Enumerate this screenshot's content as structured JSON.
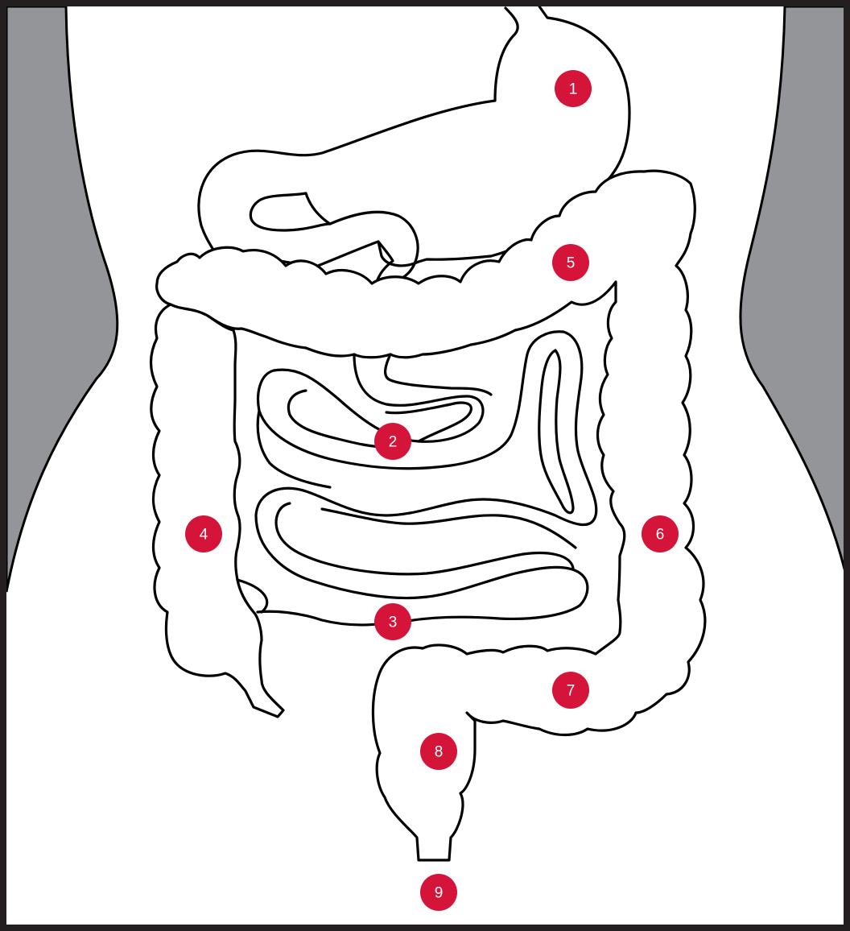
{
  "colors": {
    "marker_fill": "#d5143a",
    "marker_text": "#ffffff",
    "side_shading": "#939598",
    "frame": "#231f20",
    "outline": "#000000",
    "background": "#ffffff"
  },
  "markers": [
    {
      "id": "1",
      "label": "1",
      "organ": "stomach"
    },
    {
      "id": "2",
      "label": "2",
      "organ": "small-intestine-upper"
    },
    {
      "id": "3",
      "label": "3",
      "organ": "small-intestine-lower"
    },
    {
      "id": "4",
      "label": "4",
      "organ": "ascending-colon"
    },
    {
      "id": "5",
      "label": "5",
      "organ": "transverse-colon"
    },
    {
      "id": "6",
      "label": "6",
      "organ": "descending-colon"
    },
    {
      "id": "7",
      "label": "7",
      "organ": "sigmoid-colon"
    },
    {
      "id": "8",
      "label": "8",
      "organ": "rectum"
    },
    {
      "id": "9",
      "label": "9",
      "organ": "anus"
    }
  ]
}
